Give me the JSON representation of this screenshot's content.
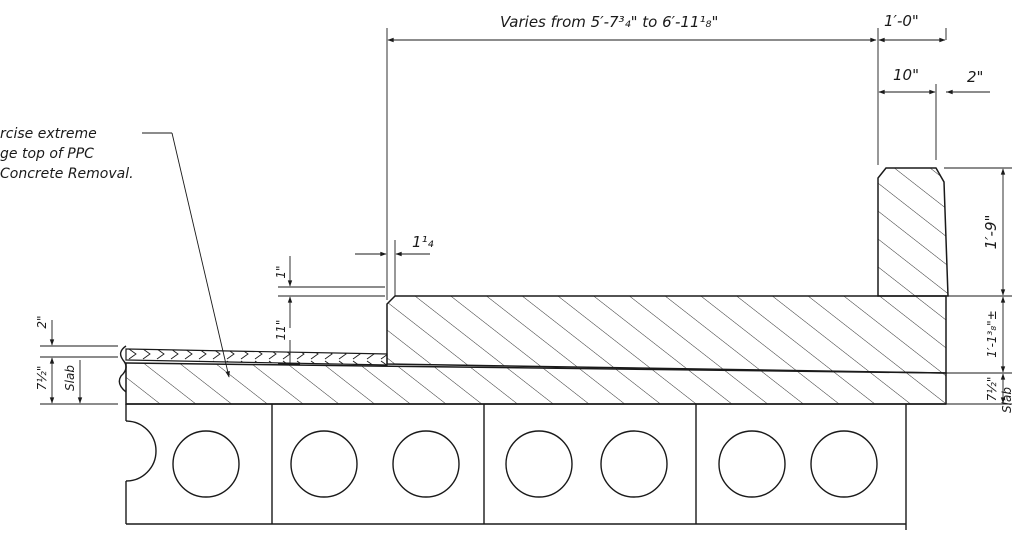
{
  "dimensions": {
    "top_span": "Varies from 5′-7³₄\" to 6′-11¹₈\"",
    "top_right": "1′-0\"",
    "parapet_width": "10\"",
    "batter": "2\"",
    "step": "1¹₄",
    "one_inch": "1\"",
    "eleven_inch": "11\"",
    "two_inch_left": "2\"",
    "slab_left": "7½\"",
    "slab_word_left": "Slab",
    "parapet_height": "1′-9\"",
    "curb_height": "1′-1³₈\"±",
    "slab_right": "7½\"",
    "slab_word_right": "Slab"
  },
  "note": {
    "line1": "rcise extreme",
    "line2": "ge top of PPC",
    "line3": "Concrete Removal."
  }
}
